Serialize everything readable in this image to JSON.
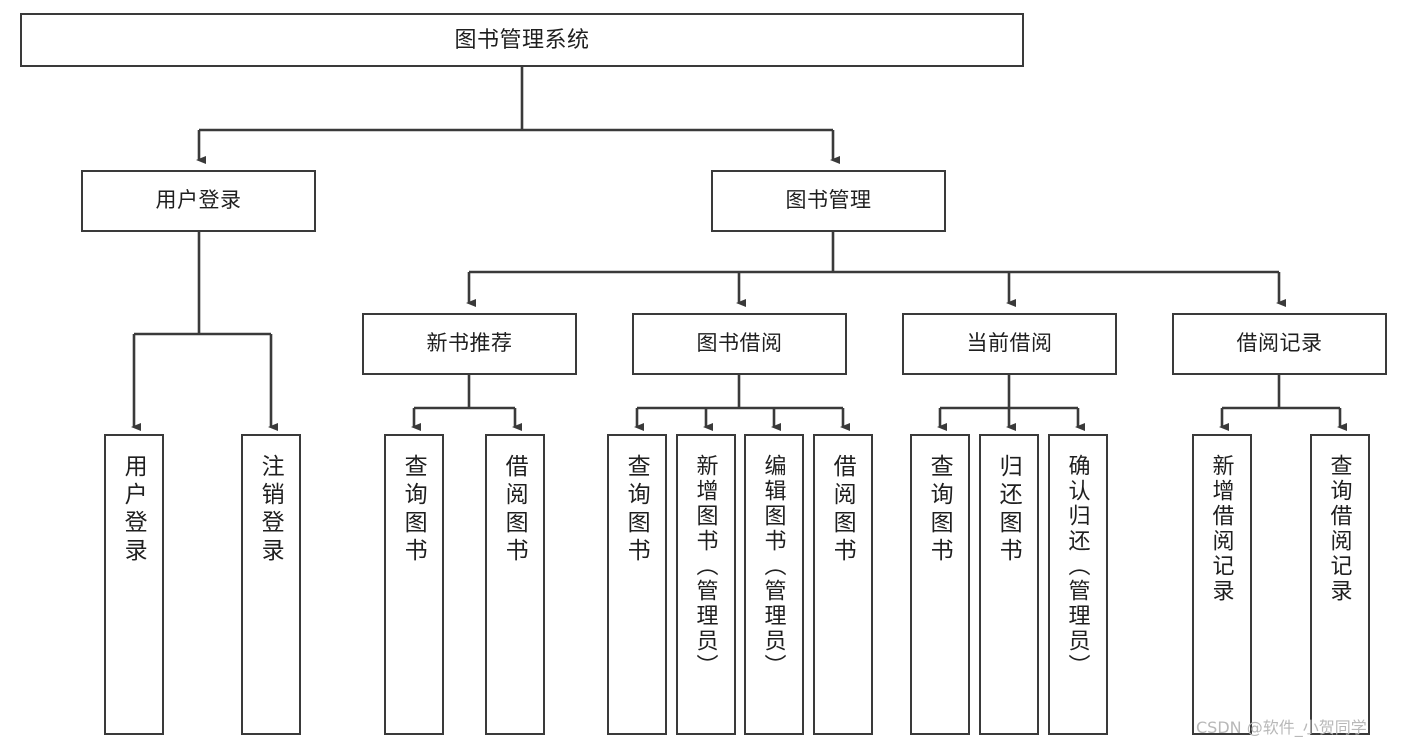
{
  "diagram": {
    "type": "tree",
    "title": "图书管理系统",
    "root": {
      "label": "图书管理系统"
    },
    "level2": [
      {
        "label": "用户登录"
      },
      {
        "label": "图书管理"
      }
    ],
    "level3": [
      {
        "label": "新书推荐"
      },
      {
        "label": "图书借阅"
      },
      {
        "label": "当前借阅"
      },
      {
        "label": "借阅记录"
      }
    ],
    "leaves": {
      "user_login": [
        {
          "label": "用户登录"
        },
        {
          "label": "注销登录"
        }
      ],
      "new_book_recommend": [
        {
          "label": "查询图书"
        },
        {
          "label": "借阅图书"
        }
      ],
      "book_borrow": [
        {
          "label": "查询图书"
        },
        {
          "label": "新增图书（管理员）"
        },
        {
          "label": "编辑图书（管理员）"
        },
        {
          "label": "借阅图书"
        }
      ],
      "current_borrow": [
        {
          "label": "查询图书"
        },
        {
          "label": "归还图书"
        },
        {
          "label": "确认归还（管理员）"
        }
      ],
      "borrow_record": [
        {
          "label": "新增借阅记录"
        },
        {
          "label": "查询借阅记录"
        }
      ]
    },
    "colors": {
      "stroke": "#3a3a3a",
      "fill": "#ffffff",
      "text": "#1f1f1f",
      "watermark": "#b8b8b8"
    }
  },
  "watermark": {
    "text": "CSDN @软件_小贺同学"
  }
}
